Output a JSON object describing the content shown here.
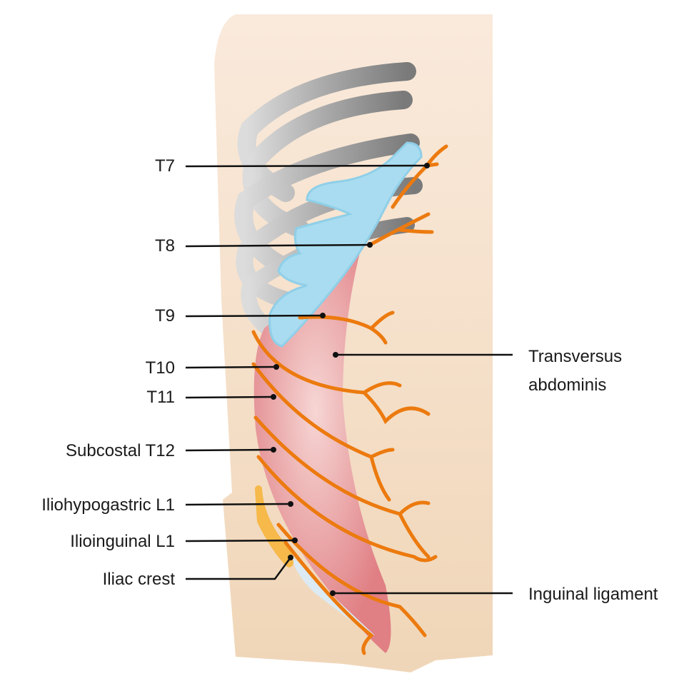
{
  "labels": {
    "t7": "T7",
    "t8": "T8",
    "t9": "T9",
    "t10": "T10",
    "t11": "T11",
    "t12": "Subcostal T12",
    "iliohypogastric": "Iliohypogastric L1",
    "ilioinguinal": "Ilioinguinal L1",
    "iliac_crest": "Iliac crest",
    "transversus_line1": "Transversus",
    "transversus_line2": "abdominis",
    "inguinal": "Inguinal ligament"
  },
  "colors": {
    "skin": "#f5e0c8",
    "rib": "#8f8f8f",
    "cartilage": "#a9dcf0",
    "muscle": "#e48a8c",
    "nerve": "#ec7a0e",
    "iliac": "#f6b94a",
    "ligament": "#dbeaf3"
  }
}
